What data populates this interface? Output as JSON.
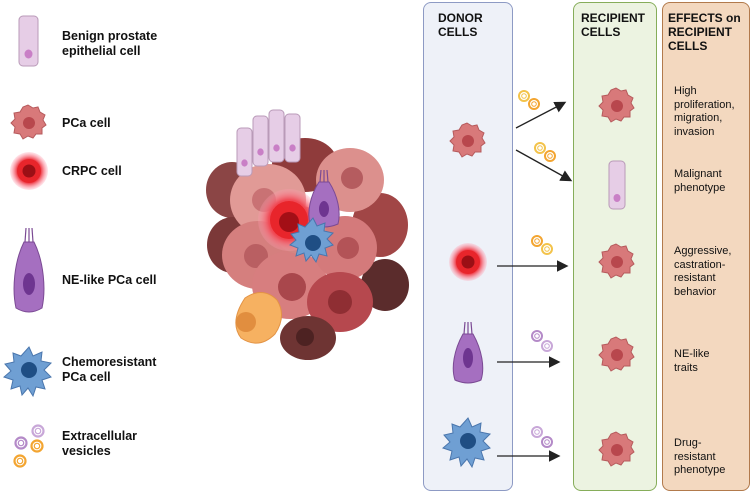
{
  "legend": [
    {
      "label": "Benign prostate\nepithelial cell",
      "icon": "benign-prostate-epithelial-cell-icon"
    },
    {
      "label": "PCa cell",
      "icon": "pca-cell-icon"
    },
    {
      "label": "CRPC cell",
      "icon": "crpc-cell-icon"
    },
    {
      "label": "NE-like PCa cell",
      "icon": "ne-like-pca-cell-icon"
    },
    {
      "label": "Chemoresistant\nPCa cell",
      "icon": "chemoresistant-pca-cell-icon"
    },
    {
      "label": "Extracellular\nvesicles",
      "icon": "extracellular-vesicles-icon"
    }
  ],
  "panels": {
    "donor_title": "DONOR\nCELLS",
    "recipient_title": "RECIPIENT\nCELLS",
    "effects_title": "EFFECTS on\nRECIPIENT\nCELLS"
  },
  "effects": [
    "High\nproliferation,\nmigration,\ninvasion",
    "Malignant\nphenotype",
    "Aggressive,\ncastration-\nresistant\nbehavior",
    "NE-like\ntraits",
    "Drug-\nresistant\nphenotype"
  ],
  "colors": {
    "donor_panel_bg": "#eef1f8",
    "donor_panel_border": "#8d9ac4",
    "recipient_panel_bg": "#ecf3e1",
    "recipient_panel_border": "#86ad5a",
    "effects_panel_bg": "#f3d8bf",
    "effects_panel_border": "#b27a4c",
    "pca_cell": "#d8797a",
    "crpc_cell": "#e8252b",
    "ne_cell": "#a56fc0",
    "chemo_cell": "#6f9fd3",
    "benign_cell": "#e6cde6",
    "vesicle_orange": "#f3a531",
    "vesicle_purple": "#b48ac8"
  }
}
